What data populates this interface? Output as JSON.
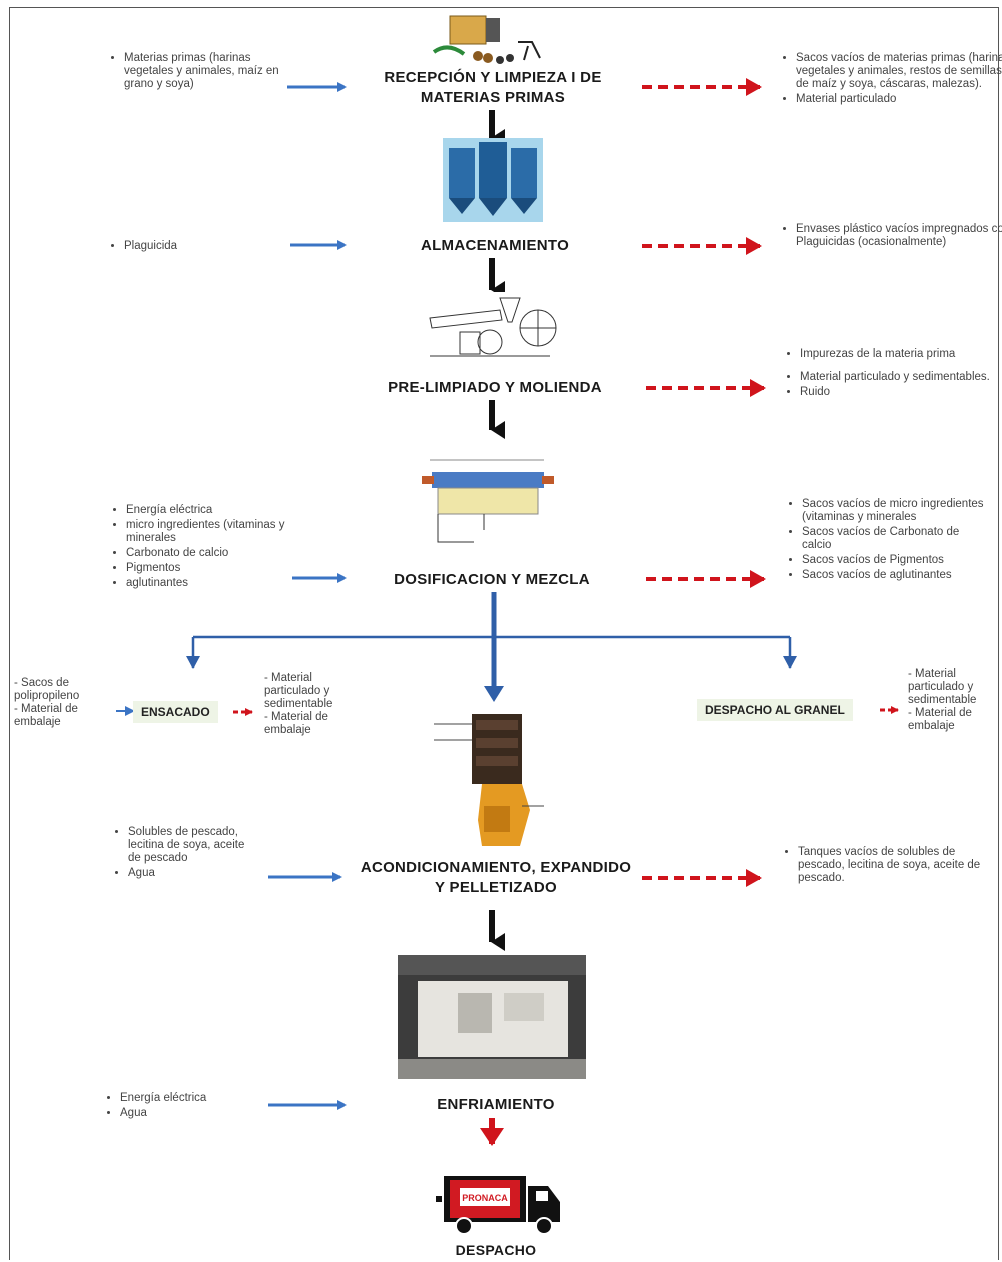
{
  "steps": {
    "reception": "RECEPCIÓN Y LIMPIEZA I DE MATERIAS PRIMAS",
    "storage": "ALMACENAMIENTO",
    "precleaning": "PRE-LIMPIADO Y MOLIENDA",
    "dosing": "DOSIFICACION  Y MEZCLA",
    "bagging": "ENSACADO",
    "bulk": "DESPACHO AL GRANEL",
    "conditioning": "ACONDICIONAMIENTO, EXPANDIDO Y PELLETIZADO",
    "cooling": "ENFRIAMIENTO",
    "dispatch": "DESPACHO"
  },
  "inputs": {
    "reception": [
      "Materias primas (harinas vegetales y animales, maíz en grano y soya)"
    ],
    "storage": [
      "Plaguicida"
    ],
    "dosing": [
      "Energía eléctrica",
      "micro ingredientes (vitaminas y minerales",
      "Carbonato de calcio",
      "Pigmentos",
      "aglutinantes"
    ],
    "bagging": [
      "- Sacos de polipropileno",
      "- Material de embalaje"
    ],
    "conditioning": [
      "Solubles de pescado, lecitina de soya, aceite de pescado",
      "Agua"
    ],
    "cooling": [
      "Energía eléctrica",
      "Agua"
    ]
  },
  "outputs": {
    "reception": [
      "Sacos vacíos de materias primas (harinas vegetales y animales, restos de semillas de maíz y soya, cáscaras, malezas).",
      "Material particulado"
    ],
    "storage": [
      "Envases plástico vacíos impregnados con Plaguicidas (ocasionalmente)"
    ],
    "precleaning": [
      "Impurezas de la materia prima",
      "Material particulado y sedimentables.",
      "Ruido"
    ],
    "dosing": [
      "Sacos vacíos de micro ingredientes (vitaminas y minerales",
      "Sacos vacíos de Carbonato de calcio",
      "Sacos vacíos de Pigmentos",
      "Sacos vacíos de aglutinantes"
    ],
    "bagging": [
      "- Material particulado y sedimentable",
      "- Material de embalaje"
    ],
    "bulk": [
      "- Material particulado y sedimentable",
      "- Material de embalaje"
    ],
    "conditioning": [
      "Tanques vacíos de solubles de pescado, lecitina de soya, aceite de pescado."
    ]
  },
  "truck_brand": "PRONACA",
  "colors": {
    "input_arrow": "#3b74c4",
    "output_arrow": "#d0141c",
    "flow_arrow": "#111111",
    "split_line": "#2f5fa8"
  }
}
